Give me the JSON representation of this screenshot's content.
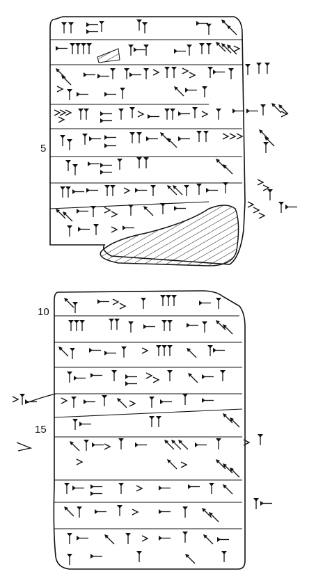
{
  "figure": {
    "line_numbers": {
      "five": "5",
      "ten": "10",
      "fifteen": "15"
    },
    "colors": {
      "ink": "#111111",
      "paper": "#ffffff"
    },
    "content_note_icons": [
      "cuneiform-wedge-icon"
    ]
  }
}
